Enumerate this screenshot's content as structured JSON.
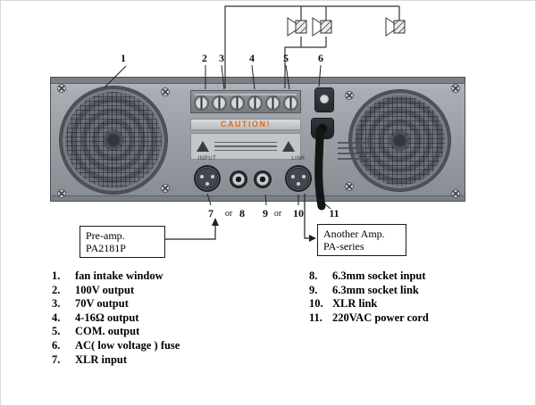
{
  "figure": {
    "caution_label": "CAUTION!",
    "input_label": "INPUT",
    "link_label": "LINK"
  },
  "callouts": {
    "top": [
      "1",
      "2",
      "3",
      "4",
      "5",
      "6"
    ],
    "bottom": [
      "7",
      "or",
      "8",
      "9",
      "or",
      "10",
      "11"
    ]
  },
  "boxes": {
    "preamp": {
      "line1": "Pre-amp.",
      "line2": "PA2181P"
    },
    "another": {
      "line1": "Another Amp.",
      "line2": "PA-series"
    }
  },
  "legend": {
    "left": [
      {
        "num": "1.",
        "text": "fan intake window"
      },
      {
        "num": "2.",
        "text": "100V output"
      },
      {
        "num": "3.",
        "text": "70V output"
      },
      {
        "num": "4.",
        "text": "4-16Ω output"
      },
      {
        "num": "5.",
        "text": "COM. output"
      },
      {
        "num": "6.",
        "text": "AC( low voltage ) fuse"
      },
      {
        "num": "7.",
        "text": "XLR input"
      }
    ],
    "right": [
      {
        "num": "8.",
        "text": "6.3mm socket input"
      },
      {
        "num": "9.",
        "text": "6.3mm socket link"
      },
      {
        "num": "10.",
        "text": "XLR link"
      },
      {
        "num": "11.",
        "text": "220VAC power cord"
      }
    ]
  }
}
